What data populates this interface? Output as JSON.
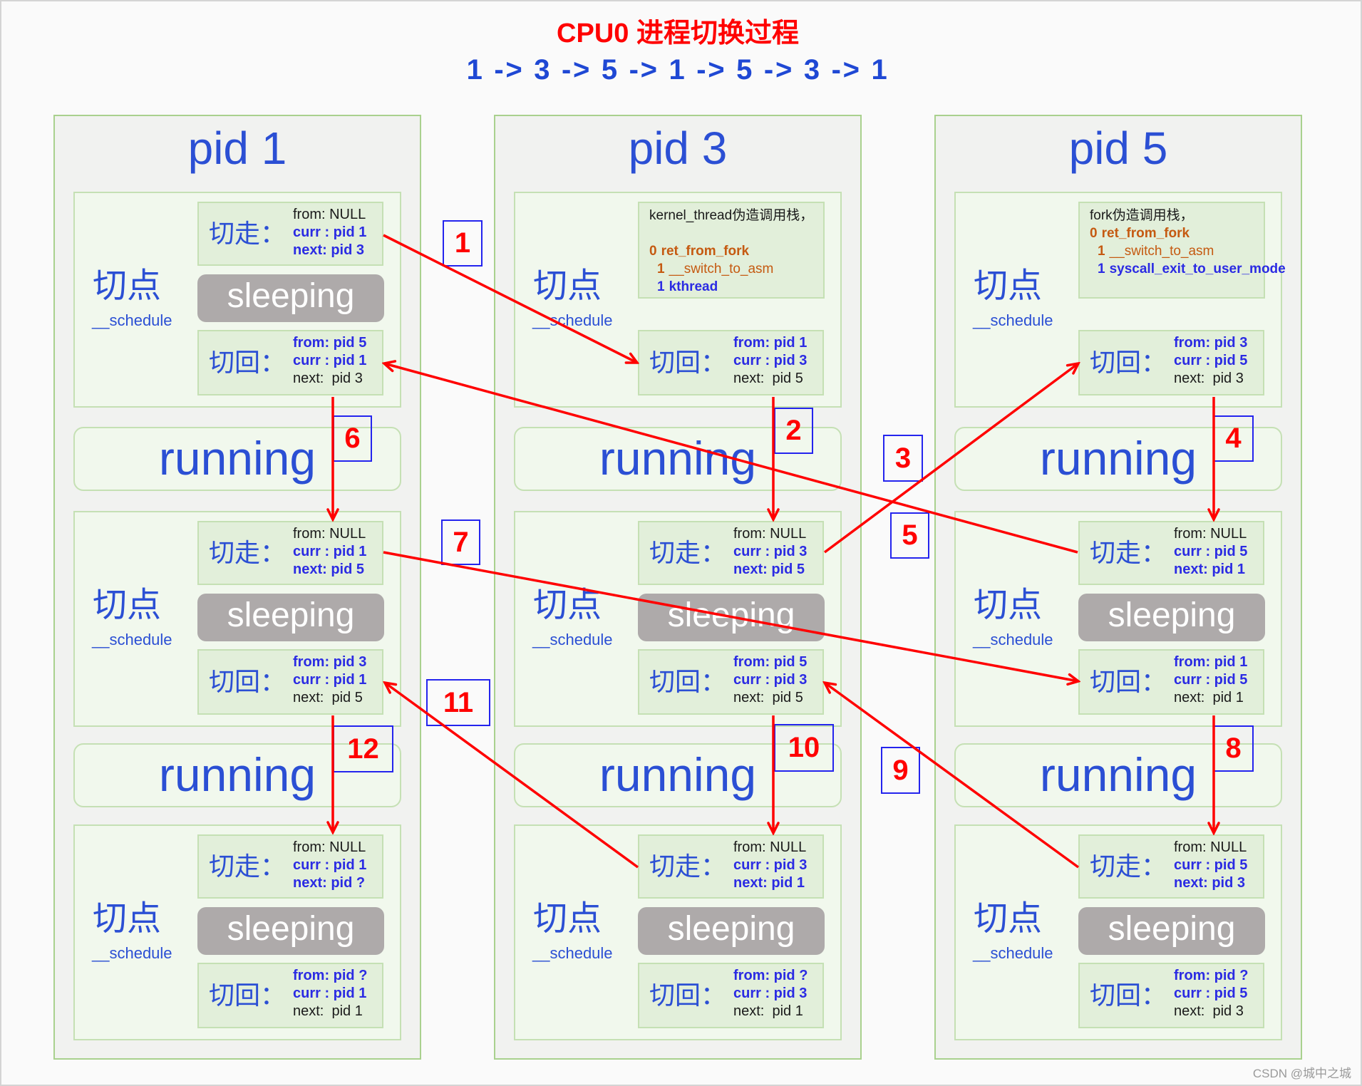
{
  "header": {
    "title": "CPU0 进程切换过程",
    "sequence": "1 -> 3 -> 5 -> 1 -> 5 -> 3 -> 1"
  },
  "columns": [
    {
      "title": "pid 1",
      "running": [
        "running",
        "running"
      ],
      "blocks": [
        {
          "point": "切点",
          "func": "__schedule",
          "state": "sleeping",
          "out": {
            "label": "切走：",
            "from": "from: NULL",
            "curr": "curr : pid 1",
            "next": "next: pid 3"
          },
          "in": {
            "label": "切回：",
            "from": "from: pid 5",
            "curr": "curr : pid 1",
            "next": "next:  pid 3"
          }
        },
        {
          "point": "切点",
          "func": "__schedule",
          "state": "sleeping",
          "out": {
            "label": "切走：",
            "from": "from: NULL",
            "curr": "curr : pid 1",
            "next": "next: pid 5"
          },
          "in": {
            "label": "切回：",
            "from": "from: pid 3",
            "curr": "curr : pid 1",
            "next": "next:  pid 5"
          }
        },
        {
          "point": "切点",
          "func": "__schedule",
          "state": "sleeping",
          "out": {
            "label": "切走：",
            "from": "from: NULL",
            "curr": "curr : pid 1",
            "next": "next: pid ?"
          },
          "in": {
            "label": "切回：",
            "from": "from: pid ?",
            "curr": "curr : pid 1",
            "next": "next:  pid 1"
          }
        }
      ]
    },
    {
      "title": "pid 3",
      "running": [
        "running",
        "running"
      ],
      "blocks": [
        {
          "point": "切点",
          "func": "__schedule",
          "stack": {
            "title": "kernel_thread伪造调用栈，",
            "lines": [
              {
                "num": "0",
                "name": "ret_from_fork"
              },
              {
                "num": "1",
                "name": "__switch_to_asm"
              },
              {
                "num": "1",
                "name": "kthread"
              }
            ]
          },
          "in": {
            "label": "切回：",
            "from": "from: pid 1",
            "curr": "curr : pid 3",
            "next": "next:  pid 5"
          }
        },
        {
          "point": "切点",
          "func": "__schedule",
          "state": "sleeping",
          "out": {
            "label": "切走：",
            "from": "from: NULL",
            "curr": "curr : pid 3",
            "next": "next: pid 5"
          },
          "in": {
            "label": "切回：",
            "from": "from: pid 5",
            "curr": "curr : pid 3",
            "next": "next:  pid 5"
          }
        },
        {
          "point": "切点",
          "func": "__schedule",
          "state": "sleeping",
          "out": {
            "label": "切走：",
            "from": "from: NULL",
            "curr": "curr : pid 3",
            "next": "next: pid 1"
          },
          "in": {
            "label": "切回：",
            "from": "from: pid ?",
            "curr": "curr : pid 3",
            "next": "next:  pid 1"
          }
        }
      ]
    },
    {
      "title": "pid 5",
      "running": [
        "running",
        "running"
      ],
      "blocks": [
        {
          "point": "切点",
          "func": "__schedule",
          "stack": {
            "title": "fork伪造调用栈，",
            "lines": [
              {
                "num": "0",
                "name": "ret_from_fork"
              },
              {
                "num": "1",
                "name": "__switch_to_asm"
              },
              {
                "num": "1",
                "name": "syscall_exit_to_user_mode"
              }
            ]
          },
          "in": {
            "label": "切回：",
            "from": "from: pid 3",
            "curr": "curr : pid 5",
            "next": "next:  pid 3"
          }
        },
        {
          "point": "切点",
          "func": "__schedule",
          "state": "sleeping",
          "out": {
            "label": "切走：",
            "from": "from: NULL",
            "curr": "curr : pid 5",
            "next": "next: pid 1"
          },
          "in": {
            "label": "切回：",
            "from": "from: pid 1",
            "curr": "curr : pid 5",
            "next": "next:  pid 1"
          }
        },
        {
          "point": "切点",
          "func": "__schedule",
          "state": "sleeping",
          "out": {
            "label": "切走：",
            "from": "from: NULL",
            "curr": "curr : pid 5",
            "next": "next: pid 3"
          },
          "in": {
            "label": "切回：",
            "from": "from: pid ?",
            "curr": "curr : pid 5",
            "next": "next:  pid 3"
          }
        }
      ]
    }
  ],
  "steps": [
    "1",
    "2",
    "3",
    "4",
    "5",
    "6",
    "7",
    "8",
    "9",
    "10",
    "11",
    "12"
  ],
  "watermark": "CSDN @城中之城",
  "colors": {
    "title_red": "#ff0000",
    "arrow_red": "#ff0000",
    "label_blue": "#2b4fd4",
    "value_blue": "#2b2be3",
    "stack_orange": "#c55a11",
    "column_border": "#a9d18e",
    "block_border": "#c5e0b4",
    "box_fill": "#e2efda",
    "sleeping_fill": "#aeaaaa",
    "step_box_border": "#2424ee"
  }
}
